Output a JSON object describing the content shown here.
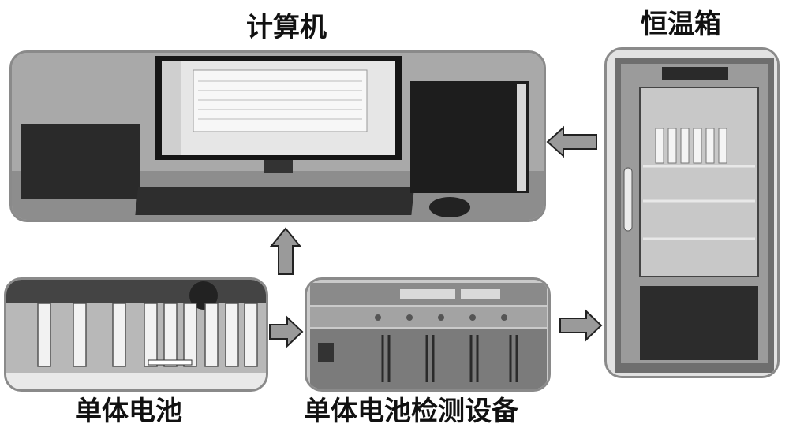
{
  "labels": {
    "computer": "计算机",
    "incubator": "恒温箱",
    "cell": "单体电池",
    "tester": "单体电池检测设备"
  },
  "colors": {
    "arrow_fill": "#9a9a9a",
    "arrow_stroke": "#222222",
    "frame": "#8a8a8a"
  }
}
